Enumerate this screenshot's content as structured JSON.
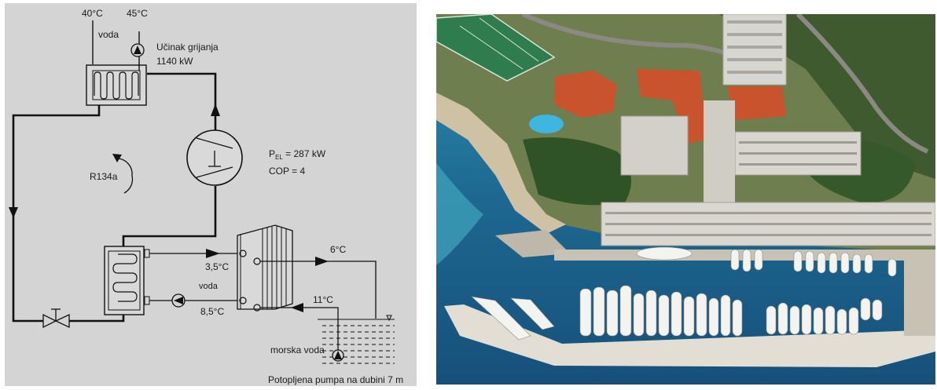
{
  "diagram": {
    "temp_supply_40": "40°C",
    "temp_supply_45": "45°C",
    "water_label_top": "voda",
    "heating_output_label": "Učinak grijanja",
    "heating_output_value": "1140 kW",
    "refrigerant": "R134a",
    "pel_main": "P",
    "pel_sub": "EL",
    "pel_value": " = 287 kW",
    "cop": "COP = 4",
    "temp_3_5": "3,5°C",
    "temp_6": "6°C",
    "water_label_mid": "voda",
    "temp_8_5": "8,5°C",
    "temp_11": "11°C",
    "seawater_label": "morska voda",
    "pump_caption": "Potopljena pumpa na dubini 7 m"
  },
  "colors": {
    "diagram_background": "#d4d4d4",
    "line": "#111111",
    "sea": "#1d5f86",
    "roof": "#c8532c"
  }
}
